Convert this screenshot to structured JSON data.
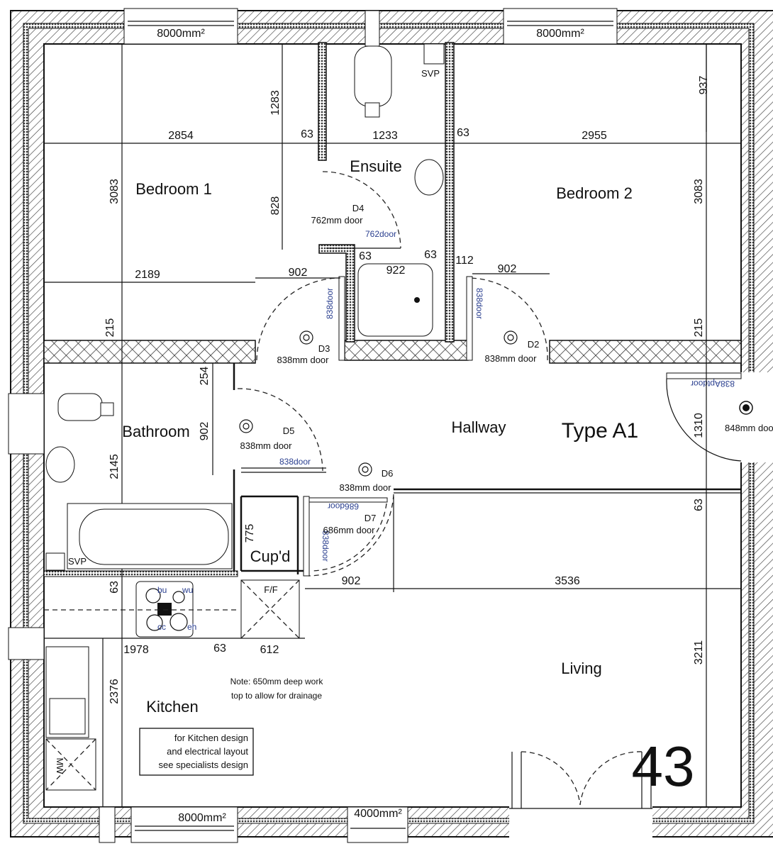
{
  "rooms": {
    "bedroom1": "Bedroom 1",
    "ensuite": "Ensuite",
    "bedroom2": "Bedroom 2",
    "bathroom": "Bathroom",
    "hallway": "Hallway",
    "type": "Type A1",
    "cupboard": "Cup'd",
    "living": "Living",
    "kitchen": "Kitchen",
    "plot_number": "43"
  },
  "dimensions": {
    "horizontal": [
      "2854",
      "63",
      "1233",
      "63",
      "2955",
      "2189",
      "902",
      "922",
      "63",
      "63",
      "112",
      "902",
      "1978",
      "63",
      "612",
      "902",
      "3536"
    ],
    "vertical": [
      "1283",
      "828",
      "3083",
      "3083",
      "937",
      "215",
      "215",
      "254",
      "902",
      "2145",
      "775",
      "63",
      "2376",
      "3211",
      "1310",
      "63"
    ]
  },
  "doors": {
    "d4_id": "D4",
    "d4_size": "762mm door",
    "d4_tag": "762door",
    "d3_id": "D3",
    "d3_size": "838mm door",
    "d3_tag": "838door",
    "d2_id": "D2",
    "d2_size": "838mm door",
    "d2_tag": "838door",
    "d5_id": "D5",
    "d5_size": "838mm door",
    "d5_tag": "838door",
    "d6_id": "D6",
    "d6_size": "838mm door",
    "d6_tag": "838door",
    "d7_id": "D7",
    "d7_size": "686mm door",
    "d7_tag": "686door",
    "front_tag": "838Aptdoor",
    "front_size": "848mm door"
  },
  "fixtures": {
    "svp_ensuite": "SVP",
    "svp_bathroom": "SVP",
    "fridge_freezer": "F/F",
    "hob_bu": "bu",
    "hob_wu": "wu",
    "hob_cc": "cc",
    "hob_eh": "eh",
    "microwave": "MW"
  },
  "vents": [
    "8000mm²",
    "8000mm²",
    "8000mm²",
    "4000mm²"
  ],
  "notes": {
    "drainage": [
      "Note: 650mm deep work",
      "top to allow for drainage"
    ],
    "kitchen_design": [
      "for Kitchen design",
      "and electrical layout",
      "see specialists design"
    ]
  },
  "colors": {
    "lines": "#111111",
    "door_tags": "#2a3f8f"
  }
}
